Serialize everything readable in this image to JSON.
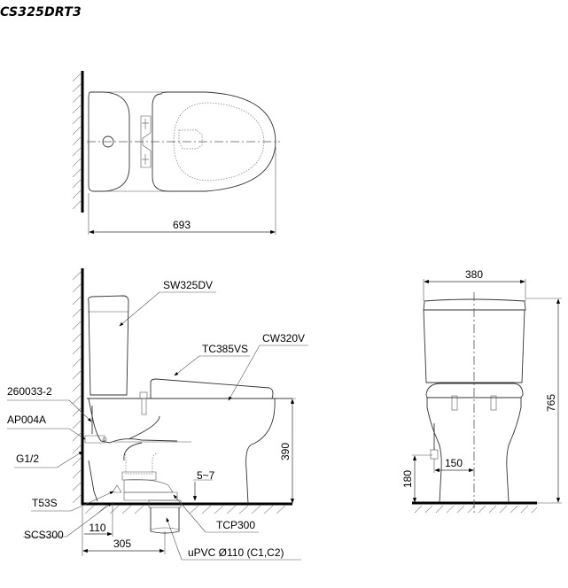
{
  "title": "CS325DRT3",
  "top_view": {
    "width_dimension": "693"
  },
  "side_view": {
    "labels": {
      "tank": "SW325DV",
      "seat": "TC385VS",
      "bowl": "CW320V",
      "hose": "260033-2",
      "stop_valve": "AP004A",
      "thread": "G1/2",
      "screw": "T53S",
      "cap": "SCS300",
      "flange": "TCP300",
      "pipe": "uPVC Ø110 (C1,C2)"
    },
    "dimensions": {
      "height_bowl": "390",
      "gap": "5~7",
      "valve_offset": "110",
      "rough_in": "305"
    }
  },
  "front_view": {
    "dimensions": {
      "width": "380",
      "height": "765",
      "valve_offset": "150",
      "valve_height": "180"
    }
  }
}
